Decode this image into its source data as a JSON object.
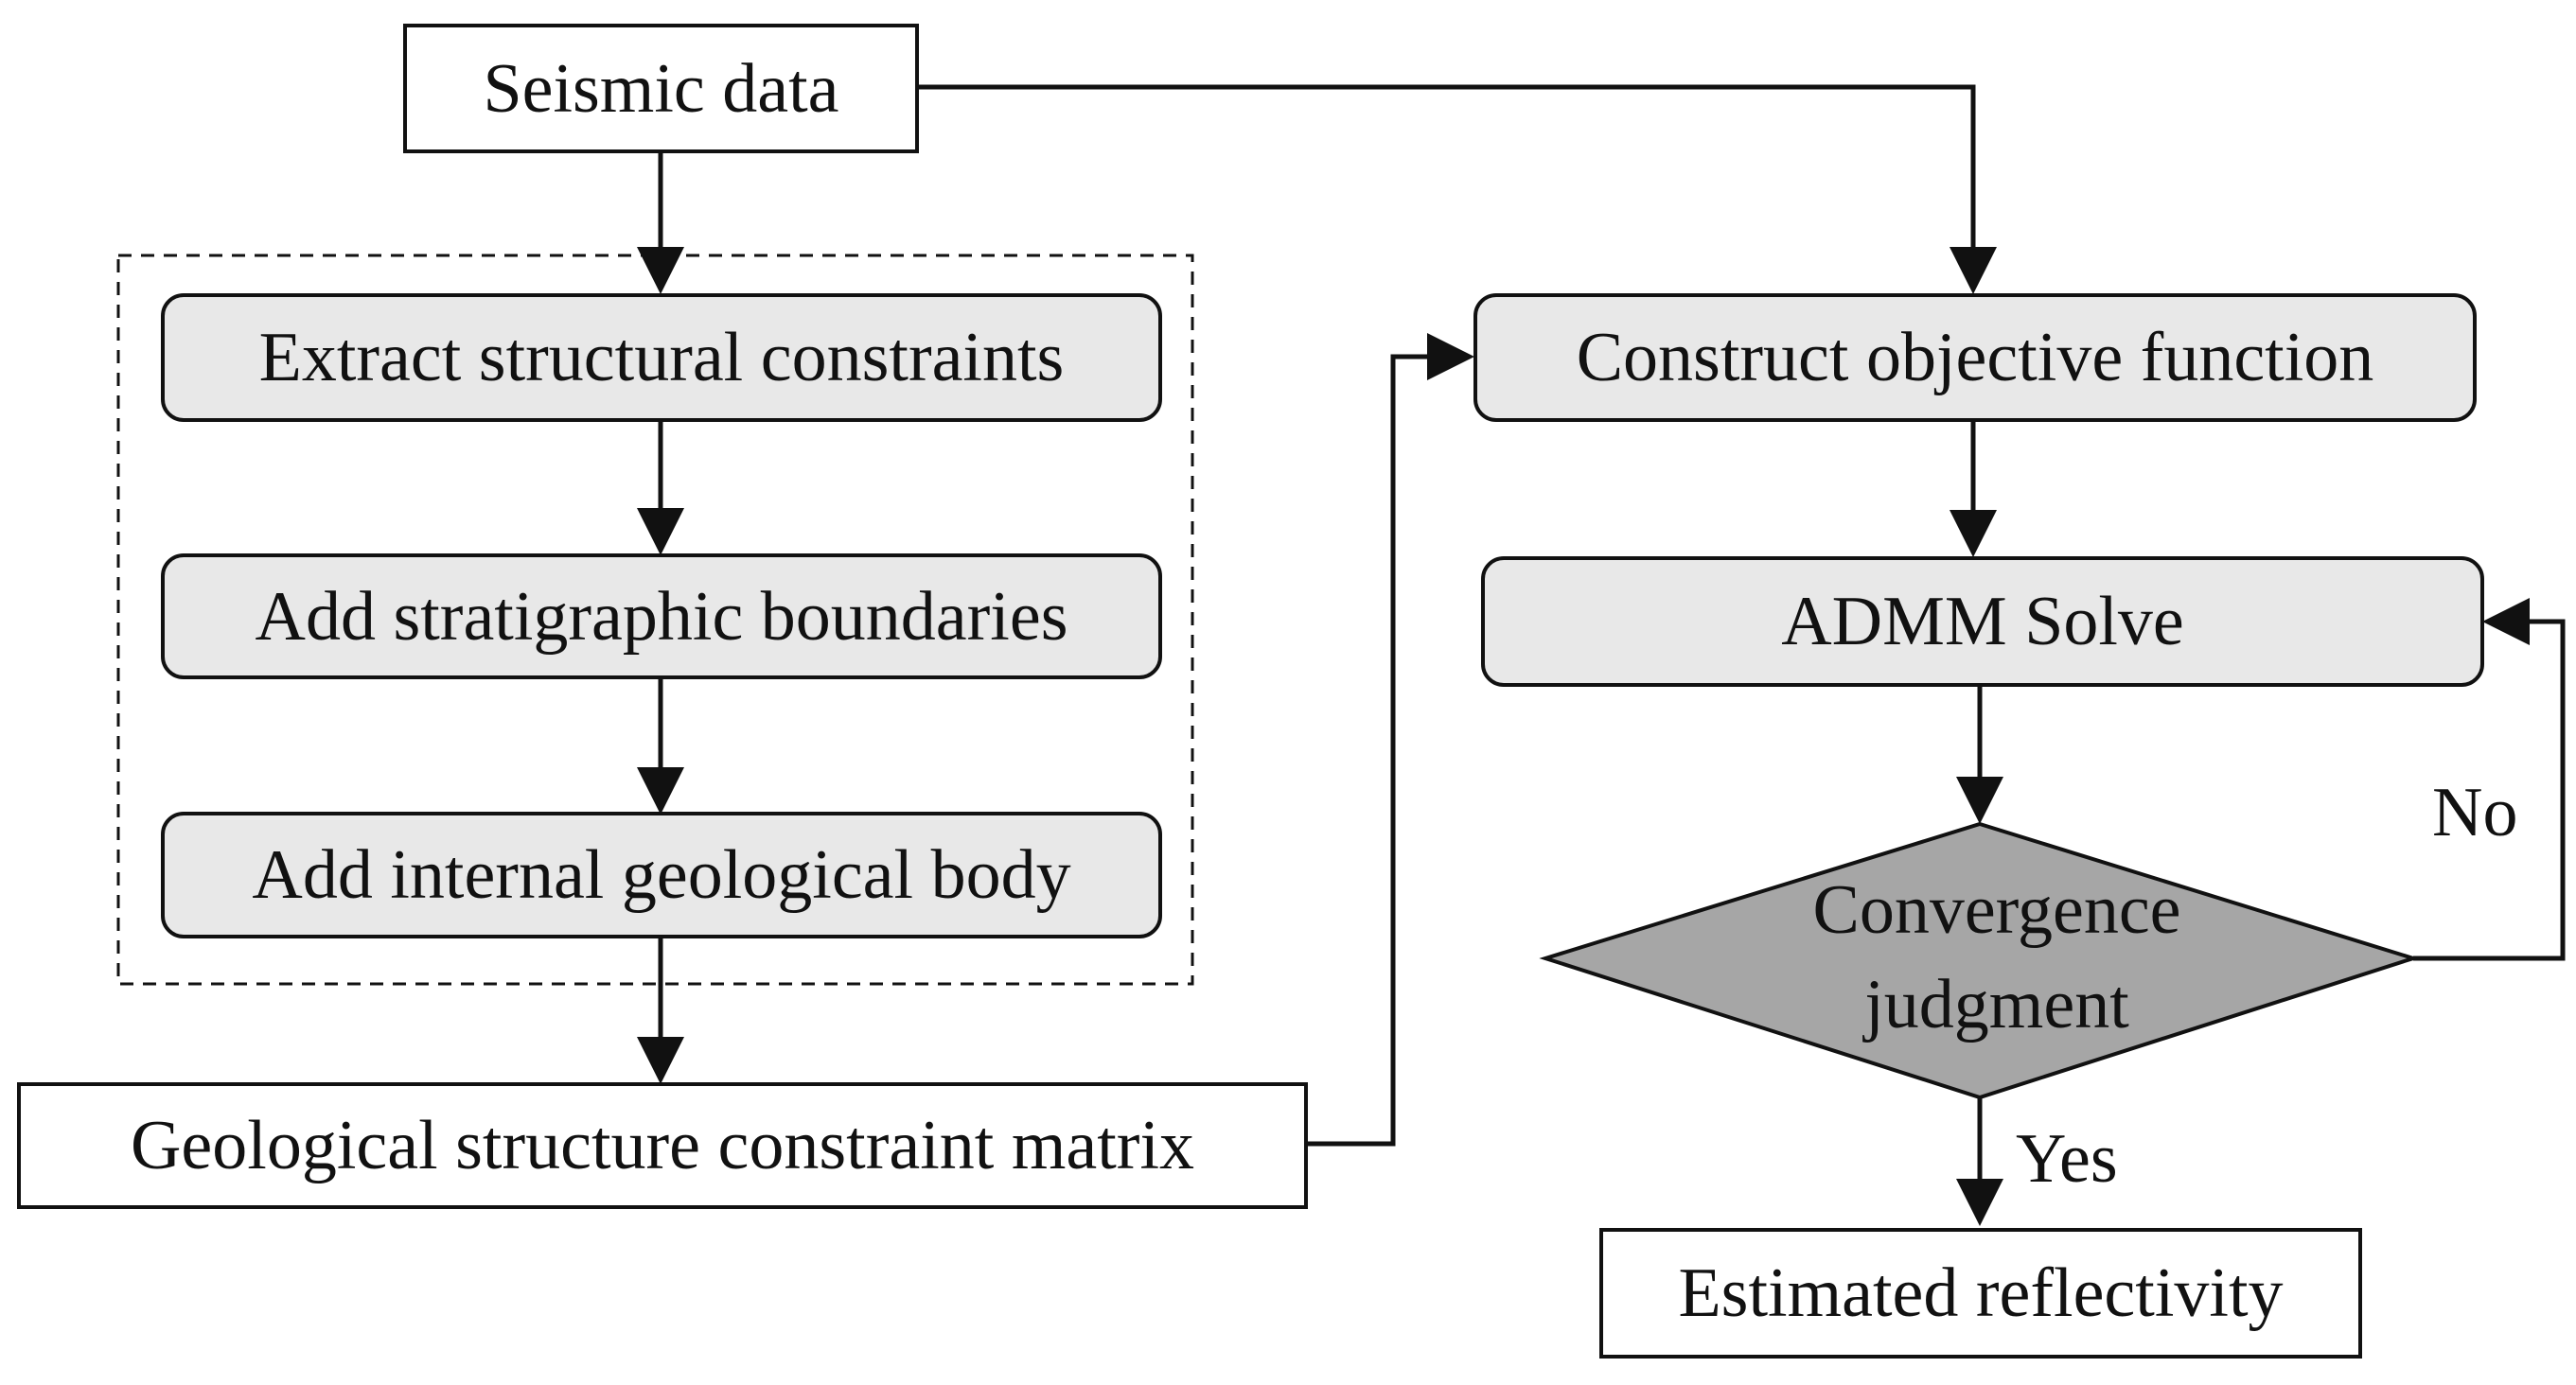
{
  "nodes": {
    "seismic_data": "Seismic data",
    "extract_constraints": "Extract structural constraints",
    "add_boundaries": "Add stratigraphic boundaries",
    "add_geobody": "Add internal geological body",
    "constraint_matrix": "Geological structure constraint matrix",
    "objective_function": "Construct objective function",
    "admm_solve": "ADMM Solve",
    "convergence_line1": "Convergence",
    "convergence_line2": "judgment",
    "estimated_reflectivity": "Estimated reflectivity"
  },
  "edges": {
    "no_label": "No",
    "yes_label": "Yes"
  },
  "colors": {
    "process_fill": "#e8e8e8",
    "decision_fill": "#a6a6a6",
    "stroke": "#111111"
  }
}
